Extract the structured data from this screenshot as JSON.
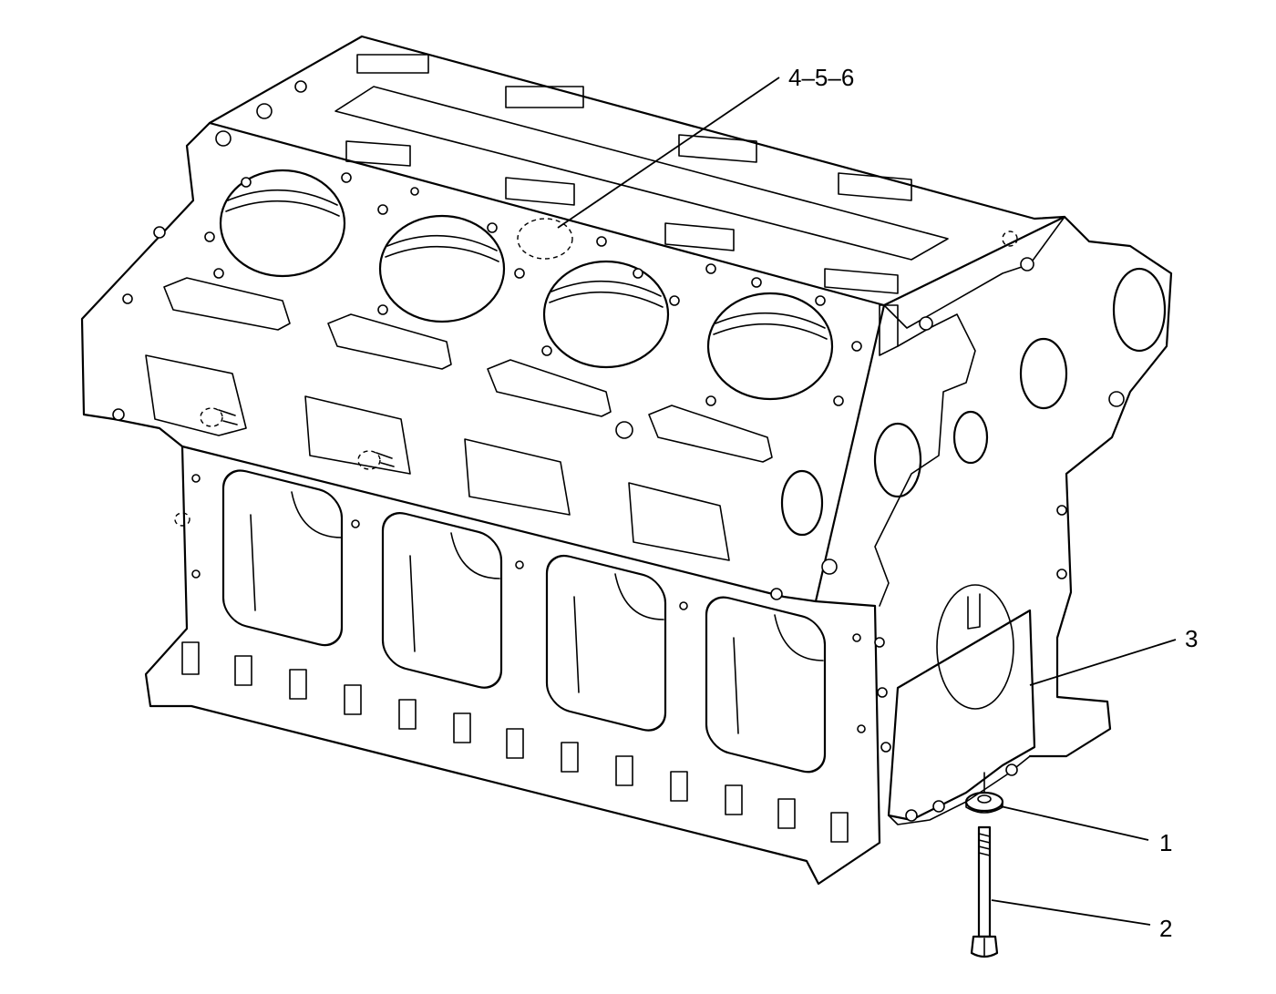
{
  "diagram": {
    "callouts": [
      {
        "id": "c456",
        "label": "4–5–6"
      },
      {
        "id": "c3",
        "label": "3"
      },
      {
        "id": "c1",
        "label": "1"
      },
      {
        "id": "c2",
        "label": "2"
      }
    ]
  }
}
